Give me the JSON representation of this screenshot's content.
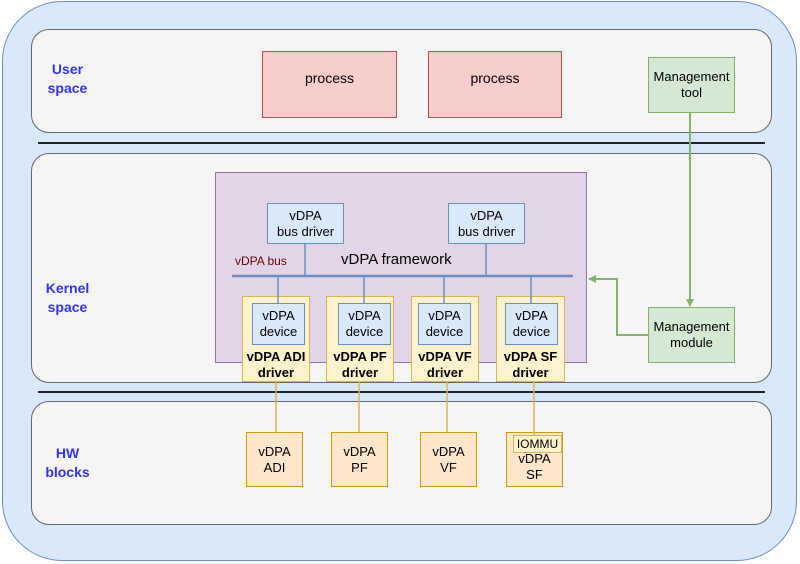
{
  "bands": {
    "user": {
      "label_line1": "User",
      "label_line2": "space"
    },
    "kernel": {
      "label_line1": "Kernel",
      "label_line2": "space"
    },
    "hw": {
      "label_line1": "HW",
      "label_line2": "blocks"
    }
  },
  "user_space": {
    "process_1": "process",
    "process_2": "process",
    "mgmt_tool_line1": "Management",
    "mgmt_tool_line2": "tool"
  },
  "kernel_space": {
    "framework_label": "vDPA framework",
    "bus_label": "vDPA bus",
    "bus_driver_1": {
      "line1": "vDPA",
      "line2": "bus driver"
    },
    "bus_driver_2": {
      "line1": "vDPA",
      "line2": "bus driver"
    },
    "mgmt_module_line1": "Management",
    "mgmt_module_line2": "module",
    "drivers": [
      {
        "device_line1": "vDPA",
        "device_line2": "device",
        "label_line1": "vDPA ADI",
        "label_line2": "driver"
      },
      {
        "device_line1": "vDPA",
        "device_line2": "device",
        "label_line1": "vDPA PF",
        "label_line2": "driver"
      },
      {
        "device_line1": "vDPA",
        "device_line2": "device",
        "label_line1": "vDPA VF",
        "label_line2": "driver"
      },
      {
        "device_line1": "vDPA",
        "device_line2": "device",
        "label_line1": "vDPA SF",
        "label_line2": "driver"
      }
    ]
  },
  "hw_blocks": {
    "items": [
      {
        "line1": "vDPA",
        "line2": "ADI"
      },
      {
        "line1": "vDPA",
        "line2": "PF"
      },
      {
        "line1": "vDPA",
        "line2": "VF"
      },
      {
        "line1": "vDPA",
        "line2": "SF"
      }
    ],
    "iommu": "IOMMU"
  },
  "colors": {
    "background": "#dae8fc",
    "band": "#f5f5f5",
    "process": "#f8cecc",
    "management": "#d5e8d4",
    "framework": "#e1d5e7",
    "driver": "#fff2cc",
    "hw_block": "#ffe6cc",
    "label_blue": "#3333ff",
    "arrow_green": "#82b366",
    "bus_line": "#6c8ebf",
    "connector": "#d6b656"
  }
}
